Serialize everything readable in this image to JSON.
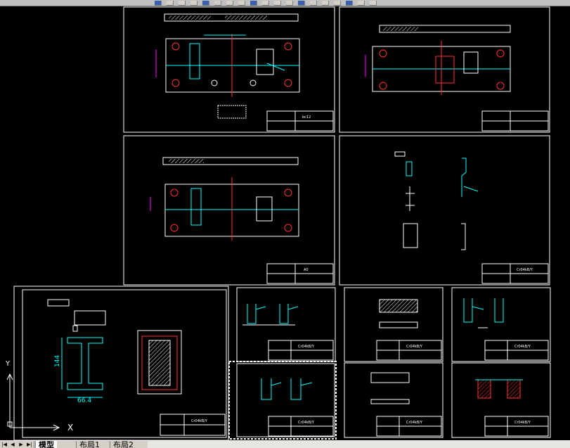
{
  "toolbar": {
    "icons": [
      "new-icon",
      "open-icon",
      "save-icon",
      "print-icon",
      "preview-icon",
      "cut-icon",
      "copy-icon",
      "paste-icon",
      "match-icon",
      "undo-icon",
      "redo-icon",
      "pan-icon",
      "zoom-icon",
      "zoom-window-icon",
      "zoom-previous-icon",
      "properties-icon",
      "design-center-icon",
      "tool-palette-icon",
      "help-icon"
    ]
  },
  "sheets": {
    "s1": {
      "title": "bc12"
    },
    "s3": {
      "title": "A0"
    },
    "s4": {
      "title": "Cr04kB/Y"
    },
    "s5": {
      "dim_h": "144",
      "dim_w": "66.4",
      "title": "Cr04kB/Y"
    },
    "s6": {
      "title": "Cr04kB/Y"
    },
    "s7": {
      "title": "Cr04kB/Y"
    },
    "s8": {
      "title": "Cr04kB/Y"
    },
    "s9": {
      "title": "Cr04kB/Y"
    },
    "s10": {
      "title": "Cr04kB/Y"
    },
    "s11": {
      "title": "Cr04kB/Y"
    }
  },
  "ucs": {
    "y_label": "Y",
    "x_label": "X"
  },
  "tabs": [
    {
      "label": "模型",
      "active": true
    },
    {
      "label": "布局1",
      "active": false
    },
    {
      "label": "布局2",
      "active": false
    }
  ],
  "colors": {
    "background": "#000000",
    "border": "#ffffff",
    "cyan": "#00ffff",
    "red": "#ff3030",
    "magenta": "#ff00ff",
    "yellow": "#ffff00",
    "blue": "#4060ff"
  }
}
